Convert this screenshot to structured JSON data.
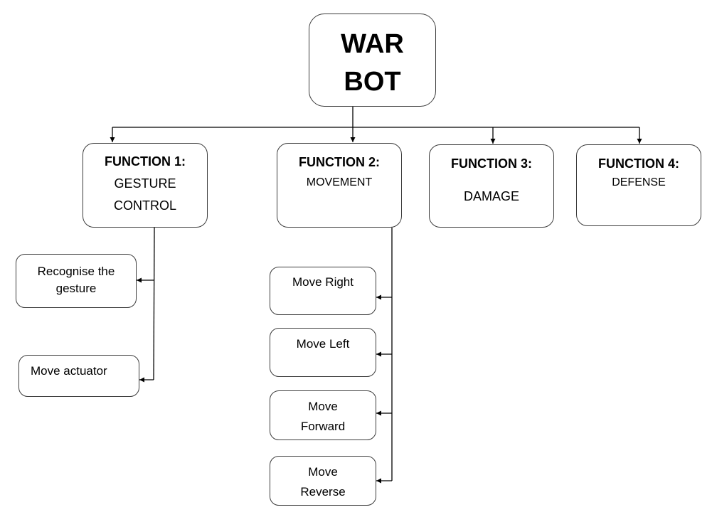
{
  "root": {
    "lines": [
      "WAR",
      "BOT"
    ]
  },
  "functions": [
    {
      "title": "FUNCTION 1:",
      "lines": [
        "GESTURE",
        "CONTROL"
      ]
    },
    {
      "title": "FUNCTION 2:",
      "lines": [
        "MOVEMENT"
      ]
    },
    {
      "title": "FUNCTION 3:",
      "lines": [
        "DAMAGE"
      ]
    },
    {
      "title": "FUNCTION 4:",
      "lines": [
        "DEFENSE"
      ]
    }
  ],
  "gesture_steps": [
    {
      "lines": [
        "Recognise the",
        "gesture"
      ]
    },
    {
      "lines": [
        "Move actuator"
      ]
    }
  ],
  "movement_steps": [
    {
      "lines": [
        "Move Right"
      ]
    },
    {
      "lines": [
        "Move Left"
      ]
    },
    {
      "lines": [
        "Move",
        "Forward"
      ]
    },
    {
      "lines": [
        "Move",
        "Reverse"
      ]
    }
  ],
  "colors": {
    "line": "#000000",
    "border": "#3c3c3c",
    "background": "#ffffff"
  }
}
